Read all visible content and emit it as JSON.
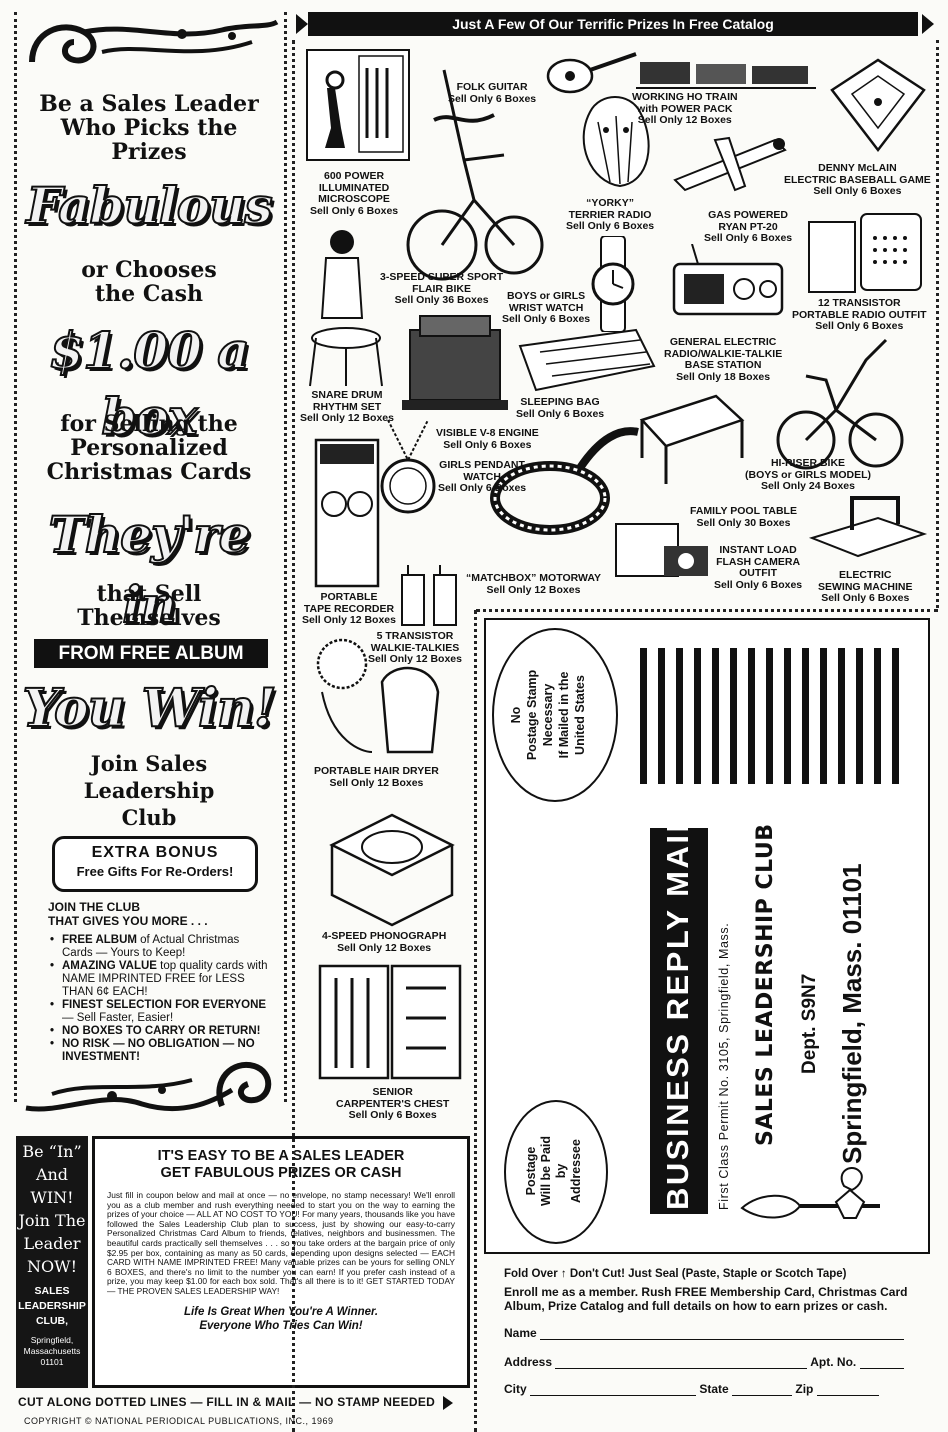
{
  "left": {
    "headline": [
      "Be a Sales Leader",
      "Who Picks the",
      "Prizes"
    ],
    "fabulous": "Fabulous",
    "or_chooses": [
      "or Chooses",
      "the Cash"
    ],
    "cash": "$1.00 a box",
    "for_selling": [
      "for Selling the",
      "Personalized",
      "Christmas Cards"
    ],
    "theyre_in": "They're in",
    "that_sell": [
      "that Sell",
      "Themselves"
    ],
    "from_album": "FROM FREE ALBUM",
    "you_win": "You Win!",
    "join": [
      "Join Sales",
      "Leadership",
      "Club"
    ],
    "bonus_title": "EXTRA BONUS",
    "bonus_sub": "Free Gifts For Re-Orders!",
    "join_club": [
      "JOIN THE CLUB",
      "THAT GIVES YOU MORE . . ."
    ],
    "bullets": [
      [
        "FREE ALBUM",
        " of Actual Christmas Cards — Yours to Keep!"
      ],
      [
        "AMAZING VALUE",
        " top quality cards with NAME IMPRINTED FREE for LESS THAN 6¢ EACH!"
      ],
      [
        "FINEST SELECTION FOR EVERYONE",
        " — Sell Faster, Easier!"
      ],
      [
        "NO BOXES TO CARRY OR RETURN!",
        ""
      ],
      [
        "NO RISK — NO OBLIGATION — NO INVESTMENT!",
        ""
      ]
    ]
  },
  "sidebar_black": {
    "lines": [
      "Be “In”",
      "And",
      "WIN!",
      "Join The",
      "Leader",
      "NOW!"
    ],
    "club": [
      "SALES",
      "LEADERSHIP",
      "CLUB,"
    ],
    "address": [
      "Springfield,",
      "Massachusetts",
      "01101"
    ]
  },
  "easy": {
    "title": [
      "IT'S EASY TO BE A SALES LEADER",
      "GET FABULOUS PRIZES OR CASH"
    ],
    "body": "Just fill in coupon below and mail at once — no envelope, no stamp necessary! We'll enroll you as a club member and rush everything needed to start you on the way to earning the prizes of your choice — ALL AT NO COST TO YOU! For many years, thousands like you have followed the Sales Leadership Club plan to success, just by showing our easy-to-carry Personalized Christmas Card Album to friends, relatives, neighbors and businessmen. The beautiful cards practically sell themselves . . . so you take orders at the bargain price of only $2.95 per box, containing as many as 50 cards, depending upon designs selected — EACH CARD WITH NAME IMPRINTED FREE! Many valuable prizes can be yours for selling ONLY 6 BOXES, and there's no limit to the number you can earn! If you prefer cash instead of a prize, you may keep $1.00 for each box sold. That's all there is to it! GET STARTED TODAY — THE PROVEN SALES LEADERSHIP WAY!",
    "slogan": [
      "Life Is Great When You're A Winner.",
      "Everyone Who Tries Can Win!"
    ]
  },
  "bottom": {
    "cut": "CUT ALONG DOTTED LINES — FILL IN & MAIL — NO STAMP NEEDED",
    "copyright": "COPYRIGHT © NATIONAL PERIODICAL PUBLICATIONS, INC., 1969"
  },
  "prizes_header": "Just A Few Of Our Terrific Prizes In Free Catalog",
  "prizes": [
    {
      "name": "FOLK GUITAR",
      "sell": "Sell Only 6 Boxes"
    },
    {
      "name": "WORKING HO TRAIN\nwith POWER PACK",
      "sell": "Sell Only 12 Boxes"
    },
    {
      "name": "DENNY McLAIN\nELECTRIC BASEBALL GAME",
      "sell": "Sell Only 6 Boxes"
    },
    {
      "name": "600 POWER\nILLUMINATED\nMICROSCOPE",
      "sell": "Sell Only 6 Boxes"
    },
    {
      "name": "“YORKY”\nTERRIER RADIO",
      "sell": "Sell Only 6 Boxes"
    },
    {
      "name": "GAS POWERED\nRYAN PT-20",
      "sell": "Sell Only 6 Boxes"
    },
    {
      "name": "3-SPEED SUPER SPORT\nFLAIR BIKE",
      "sell": "Sell Only 36 Boxes"
    },
    {
      "name": "BOYS or GIRLS\nWRIST WATCH",
      "sell": "Sell Only 6 Boxes"
    },
    {
      "name": "12 TRANSISTOR\nPORTABLE RADIO OUTFIT",
      "sell": "Sell Only 6 Boxes"
    },
    {
      "name": "GENERAL ELECTRIC\nRADIO/WALKIE-TALKIE\nBASE STATION",
      "sell": "Sell Only 18 Boxes"
    },
    {
      "name": "SNARE DRUM\nRHYTHM SET",
      "sell": "Sell Only 12 Boxes"
    },
    {
      "name": "SLEEPING BAG",
      "sell": "Sell Only 6 Boxes"
    },
    {
      "name": "VISIBLE V-8 ENGINE",
      "sell": "Sell Only 6 Boxes"
    },
    {
      "name": "HI-RISER BIKE\n(BOYS or GIRLS MODEL)",
      "sell": "Sell Only 24 Boxes"
    },
    {
      "name": "GIRLS PENDANT\nWATCH",
      "sell": "Sell Only 6 Boxes"
    },
    {
      "name": "FAMILY POOL TABLE",
      "sell": "Sell Only 30 Boxes"
    },
    {
      "name": "INSTANT LOAD\nFLASH CAMERA\nOUTFIT",
      "sell": "Sell Only 6 Boxes"
    },
    {
      "name": "ELECTRIC\nSEWING MACHINE",
      "sell": "Sell Only 6 Boxes"
    },
    {
      "name": "“MATCHBOX” MOTORWAY",
      "sell": "Sell Only 12 Boxes"
    },
    {
      "name": "PORTABLE\nTAPE RECORDER",
      "sell": "Sell Only 12 Boxes"
    },
    {
      "name": "5 TRANSISTOR\nWALKIE-TALKIES",
      "sell": "Sell Only 12 Boxes"
    },
    {
      "name": "PORTABLE HAIR DRYER",
      "sell": "Sell Only 12 Boxes"
    },
    {
      "name": "4-SPEED PHONOGRAPH",
      "sell": "Sell Only 12 Boxes"
    },
    {
      "name": "SENIOR\nCARPENTER'S CHEST",
      "sell": "Sell Only 6 Boxes"
    }
  ],
  "postcard": {
    "stamp_note": [
      "No",
      "Postage Stamp",
      "Necessary",
      "If Mailed in the",
      "United States"
    ],
    "business_reply": "BUSINESS REPLY MAIL",
    "permit": "First Class Permit No. 3105, Springfield, Mass.",
    "postage_paid": [
      "Postage",
      "Will be Paid",
      "by",
      "Addressee"
    ],
    "club_name": "SALES LEADERSHIP CLUB",
    "dept": "Dept. S9N7",
    "city": "Springfield, Mass. 01101",
    "fold": "Fold Over ↑ Don't Cut! Just Seal (Paste, Staple or Scotch Tape)",
    "enroll": "Enroll me as a member. Rush FREE Membership Card, Christmas Card Album, Prize Catalog and full details on how to earn prizes or cash.",
    "fields": {
      "name": "Name",
      "address": "Address",
      "apt": "Apt. No.",
      "city": "City",
      "state": "State",
      "zip": "Zip"
    }
  }
}
